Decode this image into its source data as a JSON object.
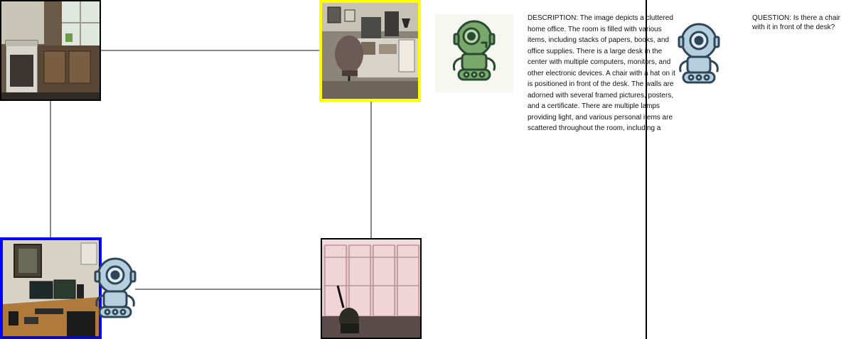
{
  "graph": {
    "nodes": [
      {
        "id": "kitchen",
        "scene": "kitchen",
        "highlight": "none",
        "border_color": "#000000"
      },
      {
        "id": "cluttered-office",
        "scene": "cluttered home office",
        "highlight": "target",
        "border_color": "#ffff00"
      },
      {
        "id": "computer-desk",
        "scene": "office desk with monitors",
        "highlight": "current",
        "border_color": "#0000ff"
      },
      {
        "id": "pink-lockers",
        "scene": "pink lockers with vacuum",
        "highlight": "none",
        "border_color": "#000000"
      }
    ],
    "edges": [
      [
        "kitchen",
        "cluttered-office"
      ],
      [
        "kitchen",
        "computer-desk"
      ],
      [
        "cluttered-office",
        "pink-lockers"
      ],
      [
        "computer-desk",
        "pink-lockers"
      ]
    ]
  },
  "agents": {
    "describer_icon": "green-robot-icon",
    "questioner_icon": "blue-robot-icon",
    "navigator_icon": "blue-robot-icon"
  },
  "panel": {
    "description": "DESCRIPTION: The image depicts a cluttered home office. The room is filled with various items, including stacks of papers, books, and office supplies. There is a large desk in the center with multiple computers, monitors, and other electronic devices. A chair with a hat on it is positioned in front of the desk. The walls are adorned with several framed pictures, posters, and a certificate. There are multiple lamps providing light, and various personal items are scattered throughout the room, including a",
    "question": "QUESTION: Is there a chair with it in front of the desk?"
  },
  "colors": {
    "target_highlight": "#ffff00",
    "current_highlight": "#0000ff",
    "edge": "#888888"
  }
}
